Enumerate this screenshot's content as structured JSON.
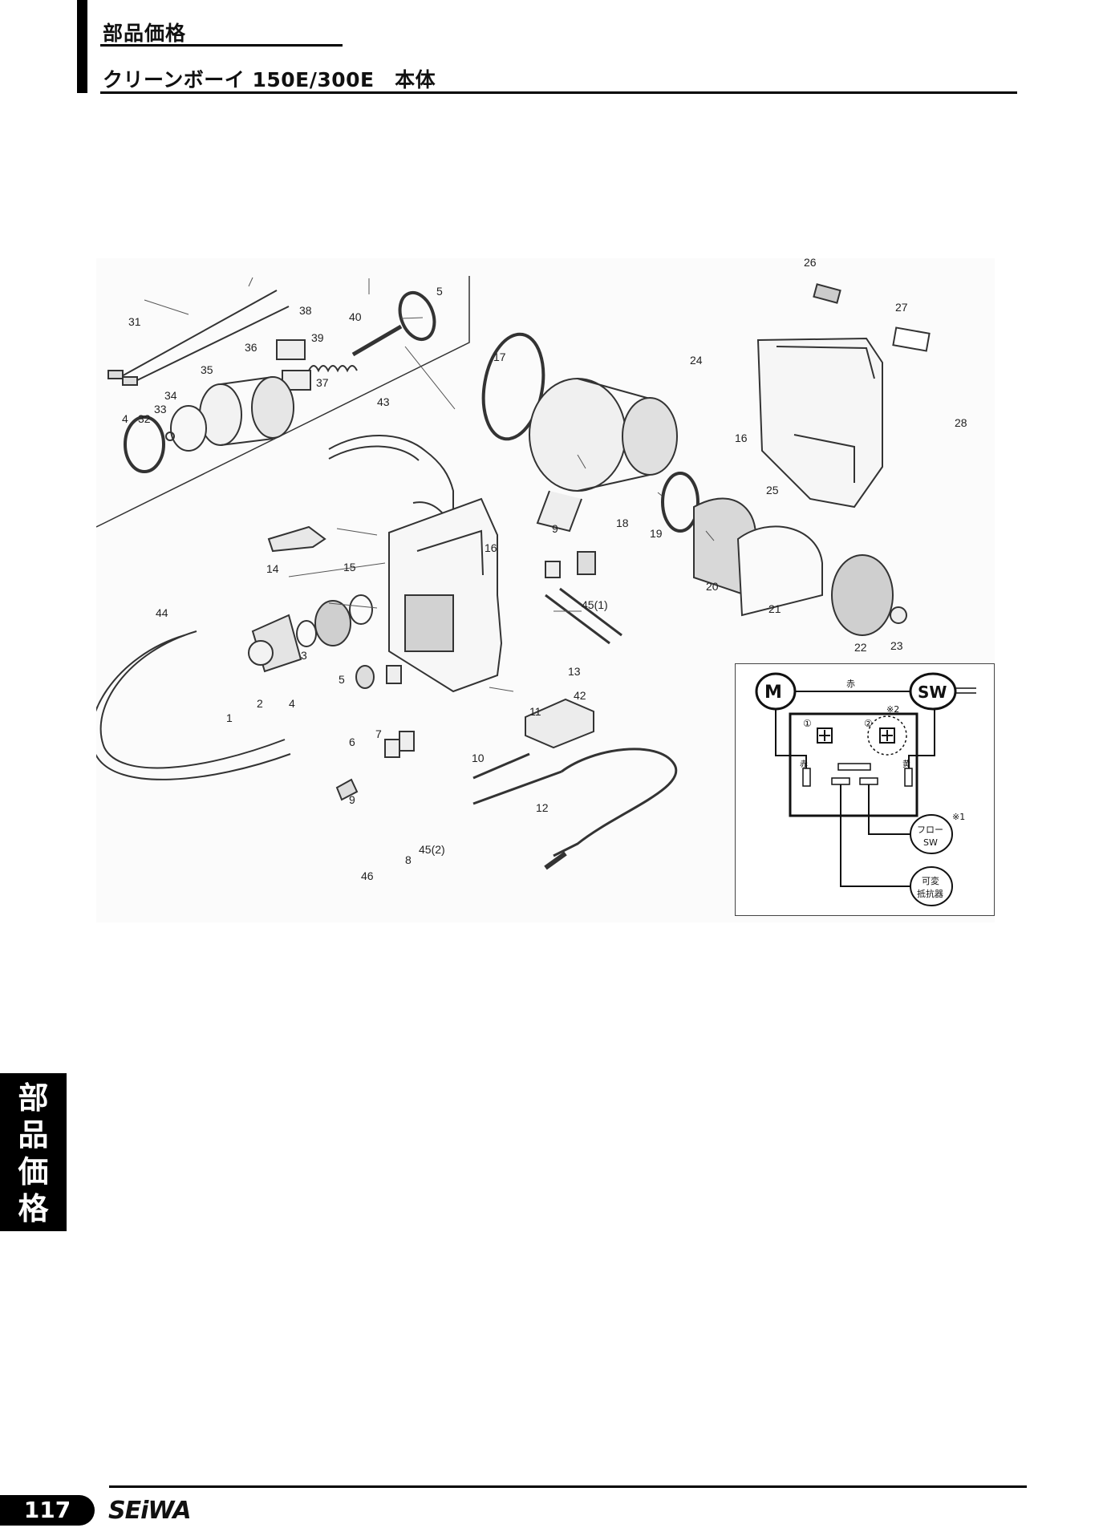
{
  "header": {
    "section": "部品価格",
    "subtitle": "クリーンボーイ 150E/300E　本体"
  },
  "diagram": {
    "part_labels": [
      "1",
      "2",
      "3",
      "4",
      "5",
      "4",
      "5",
      "6",
      "7",
      "8",
      "9",
      "9",
      "10",
      "11",
      "12",
      "13",
      "14",
      "15",
      "16",
      "16",
      "17",
      "18",
      "19",
      "20",
      "21",
      "22",
      "23",
      "24",
      "25",
      "26",
      "27",
      "28",
      "31",
      "32",
      "33",
      "34",
      "35",
      "36",
      "37",
      "38",
      "39",
      "40",
      "42",
      "43",
      "44",
      "45(1)",
      "45(2)",
      "46"
    ]
  },
  "wiring": {
    "motor": "M",
    "switch": "SW",
    "red_top": "赤",
    "note2": "※2",
    "circle1": "①",
    "circle2": "②",
    "red_left": "赤",
    "yellow_right": "黄",
    "note1": "※1",
    "flow_sw_line1": "フロー",
    "flow_sw_line2": "SW",
    "resistor_line1": "可変",
    "resistor_line2": "抵抗器"
  },
  "side_tab": [
    "部",
    "品",
    "価",
    "格"
  ],
  "footer": {
    "page": "117",
    "brand": "SEiWA"
  }
}
